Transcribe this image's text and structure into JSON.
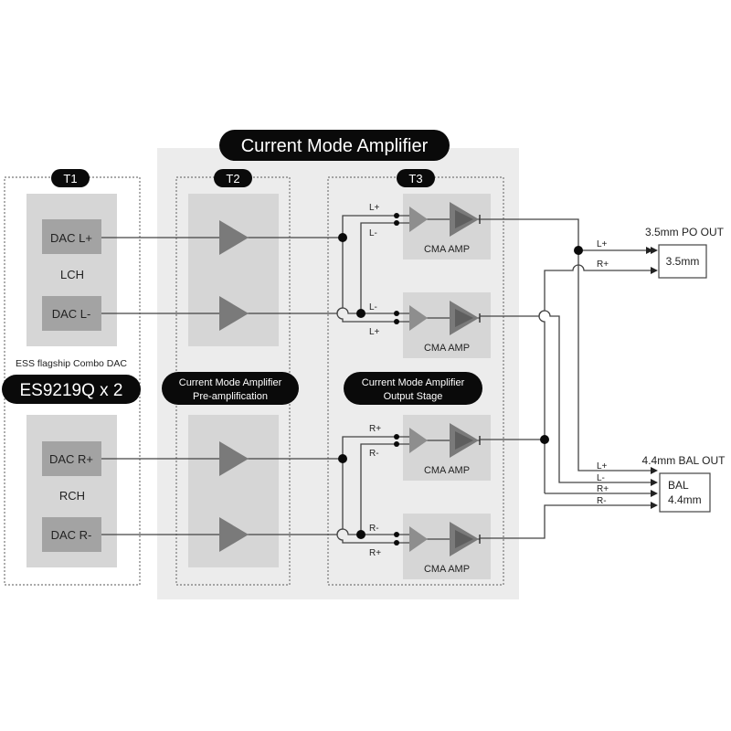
{
  "title": "Current Mode Amplifier",
  "sections": {
    "t1": {
      "tag": "T1",
      "lch_label": "LCH",
      "rch_label": "RCH",
      "dac_l_plus": "DAC L+",
      "dac_l_minus": "DAC L-",
      "dac_r_plus": "DAC R+",
      "dac_r_minus": "DAC R-",
      "subtitle": "ESS flagship  Combo DAC",
      "chip_label": "ES9219Q x 2"
    },
    "t2": {
      "tag": "T2",
      "caption_line1": "Current Mode Amplifier",
      "caption_line2": "Pre-amplification"
    },
    "t3": {
      "tag": "T3",
      "caption_line1": "Current Mode Amplifier",
      "caption_line2": "Output Stage",
      "amp_label": "CMA AMP",
      "amps": [
        {
          "in_top": "L+",
          "in_bottom": "L-"
        },
        {
          "in_top": "L-",
          "in_bottom": "L+"
        },
        {
          "in_top": "R+",
          "in_bottom": "R-"
        },
        {
          "in_top": "R-",
          "in_bottom": "R+"
        }
      ]
    }
  },
  "outputs": {
    "po": {
      "title": "3.5mm PO OUT",
      "box_label": "3.5mm",
      "signals": [
        "L+",
        "R+"
      ]
    },
    "bal": {
      "title": "4.4mm BAL OUT",
      "box_line1": "BAL",
      "box_line2": "4.4mm",
      "signals": [
        "L+",
        "L-",
        "R+",
        "R-"
      ]
    }
  },
  "colors": {
    "outer_panel": "#ececec",
    "inner_panel": "#d6d6d6",
    "dac_box": "#a3a3a3",
    "amp_triangle": "#7a7a7a",
    "wire": "#444444",
    "pill": "#0a0a0a"
  }
}
